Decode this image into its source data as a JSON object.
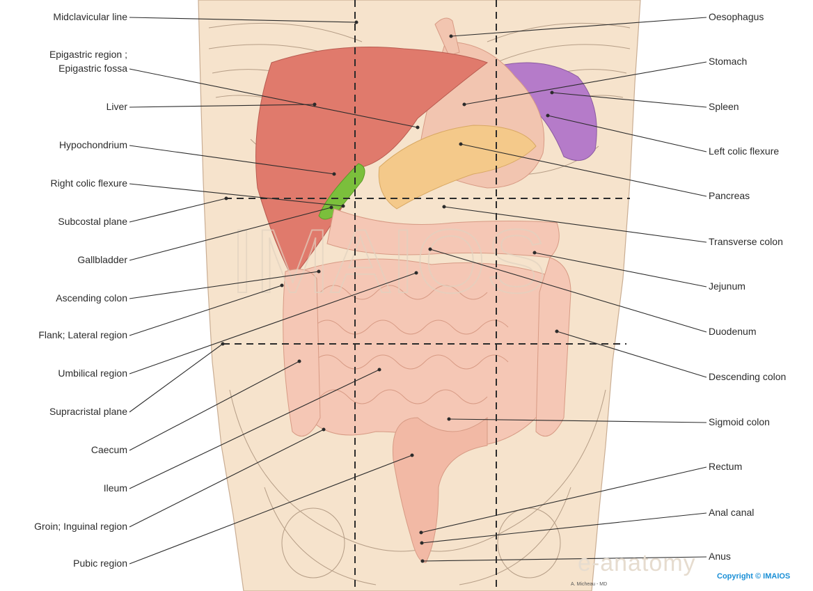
{
  "left_labels": [
    "Midclavicular line",
    "Epigastric region ;",
    "Epigastric fossa",
    "Liver",
    "Hypochondrium",
    "Right colic flexure",
    "Subcostal plane",
    "Gallbladder",
    "Ascending colon",
    "Flank; Lateral region",
    "Umbilical region",
    "Supracristal plane",
    "Caecum",
    "Ileum",
    "Groin; Inguinal region",
    "Pubic region"
  ],
  "right_labels": [
    "Oesophagus",
    "Stomach",
    "Spleen",
    "Left colic flexure",
    "Pancreas",
    "Transverse colon",
    "Jejunum",
    "Duodenum",
    "Descending colon",
    "Sigmoid colon",
    "Rectum",
    "Anal canal",
    "Anus"
  ],
  "watermark": "IMAIOS",
  "watermark_small": "e-anatomy",
  "author": "A. Micheau - MD",
  "copyright": "Copyright © IMAIOS",
  "colors": {
    "skin": "#f6e3cc",
    "liver": "#e07a6c",
    "stomach": "#f2c5b0",
    "spleen": "#b57bc9",
    "pancreas": "#f4c98a",
    "gallbladder": "#7bbf3c",
    "intestine": "#f5c7b5",
    "line": "#2b2b2b",
    "copyright": "#1a8fd6"
  }
}
